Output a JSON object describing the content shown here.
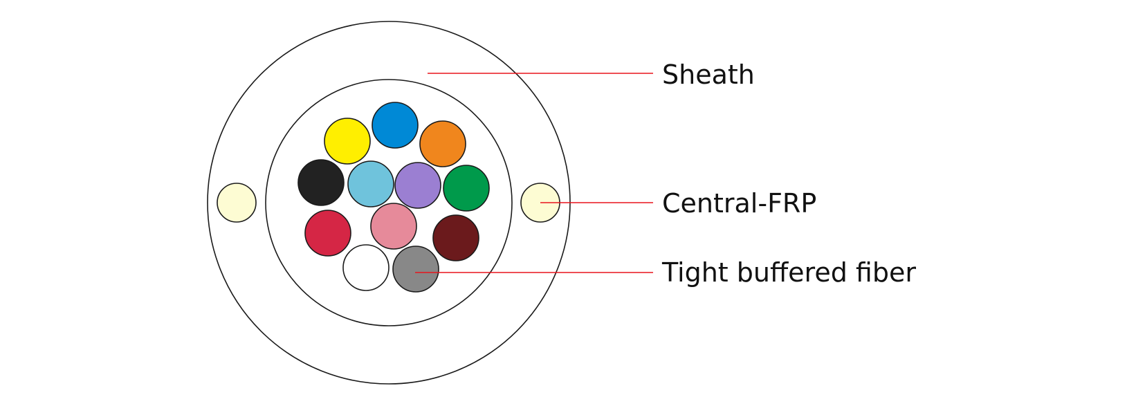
{
  "labels": {
    "sheath": "Sheath",
    "central_frp": "Central-FRP",
    "tight_buffered_fiber": "Tight buffered fiber"
  },
  "colors": {
    "leader_line": "#e8141c",
    "outline": "#1a1a1a",
    "sheath_fill": "#ffffff",
    "frp_fill": "#fdfcd3"
  },
  "fibers": [
    {
      "color_name": "yellow",
      "color": "#ffef00"
    },
    {
      "color_name": "blue",
      "color": "#0089d6"
    },
    {
      "color_name": "orange",
      "color": "#f0861d"
    },
    {
      "color_name": "black",
      "color": "#222222"
    },
    {
      "color_name": "aqua",
      "color": "#6fc3dc"
    },
    {
      "color_name": "violet",
      "color": "#9b7fd2"
    },
    {
      "color_name": "green",
      "color": "#009a4b"
    },
    {
      "color_name": "red",
      "color": "#d52645"
    },
    {
      "color_name": "rose",
      "color": "#e68a9a"
    },
    {
      "color_name": "brown",
      "color": "#6b1a1c"
    },
    {
      "color_name": "white",
      "color": "#ffffff"
    },
    {
      "color_name": "slate",
      "color": "#888888"
    }
  ]
}
